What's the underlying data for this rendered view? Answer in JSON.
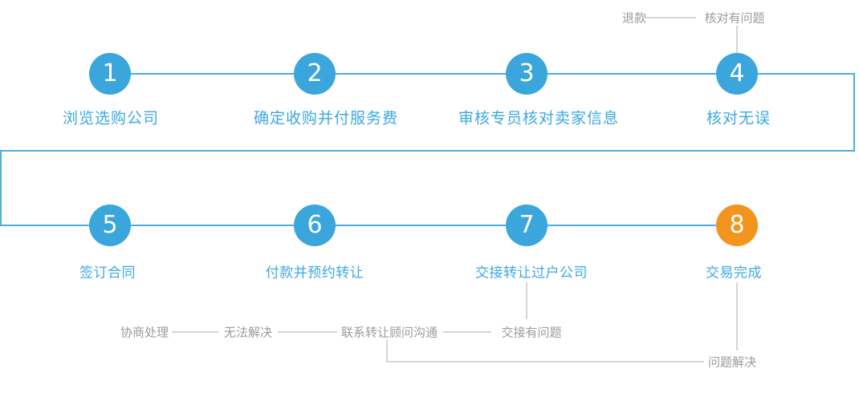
{
  "colors": {
    "step_blue": "#3AA6DC",
    "step_orange": "#F3941E",
    "label_blue": "#3CA9E0",
    "line_blue": "#4FACDD",
    "gray_text": "#9B9B9B",
    "gray_line": "#AEAEAE"
  },
  "steps": [
    {
      "num": "1",
      "label": "浏览选购公司",
      "color": "blue"
    },
    {
      "num": "2",
      "label": "确定收购并付服务费",
      "color": "blue"
    },
    {
      "num": "3",
      "label": "审核专员核对卖家信息",
      "color": "blue"
    },
    {
      "num": "4",
      "label": "核对无误",
      "color": "blue"
    },
    {
      "num": "5",
      "label": "签订合同",
      "color": "blue"
    },
    {
      "num": "6",
      "label": "付款并预约转让",
      "color": "blue"
    },
    {
      "num": "7",
      "label": "交接转让过户公司",
      "color": "blue"
    },
    {
      "num": "8",
      "label": "交易完成",
      "color": "orange"
    }
  ],
  "annotations": {
    "refund": "退款",
    "verify_problem": "核对有问题",
    "negotiate": "协商处理",
    "cannot_resolve": "无法解决",
    "contact_advisor": "联系转让顾问沟通",
    "handover_problem": "交接有问题",
    "problem_solved": "问题解决"
  }
}
